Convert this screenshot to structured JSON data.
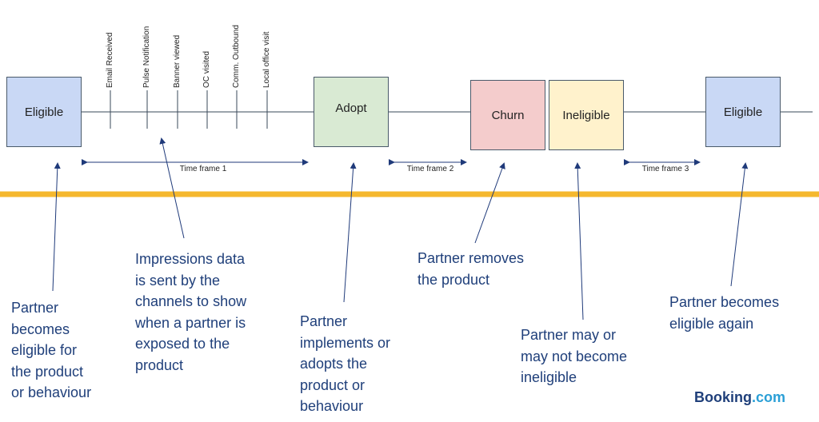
{
  "colors": {
    "line": "#3a4a5a",
    "arrow": "#1f3a7a",
    "divider": "#f5b82e",
    "eligible_fill": "#c9d8f5",
    "adopt_fill": "#d9ead3",
    "churn_fill": "#f4cccc",
    "ineligible_fill": "#fff2cc",
    "note_text": "#1f3f7a",
    "logo_dot": "#2a9fd6"
  },
  "boxes": [
    {
      "id": "eligible-1",
      "label": "Eligible"
    },
    {
      "id": "adopt",
      "label": "Adopt"
    },
    {
      "id": "churn",
      "label": "Churn"
    },
    {
      "id": "ineligible",
      "label": "Ineligible"
    },
    {
      "id": "eligible-2",
      "label": "Eligible"
    }
  ],
  "channels": [
    "Email Received",
    "Pulse Notification",
    "Banner viewed",
    "OC visited",
    "Comm. Outbound",
    "Local office visit"
  ],
  "time_frames": [
    "Time frame 1",
    "Time frame 2",
    "Time frame 3"
  ],
  "notes": {
    "partner_eligible": [
      "Partner",
      "becomes",
      "eligible for",
      "the product",
      "or behaviour"
    ],
    "impressions": [
      "Impressions data",
      "is sent by the",
      "channels to show",
      "when a partner is",
      "exposed to the",
      "product"
    ],
    "adopts": [
      "Partner",
      "implements or",
      "adopts the",
      "product or",
      "behaviour"
    ],
    "removes": [
      "Partner removes",
      "the product"
    ],
    "may_not": [
      "Partner may or",
      "may not become",
      "ineligible"
    ],
    "eligible_again": [
      "Partner becomes",
      "eligible again"
    ]
  },
  "logo": {
    "brand": "Booking",
    "suffix": ".com"
  }
}
